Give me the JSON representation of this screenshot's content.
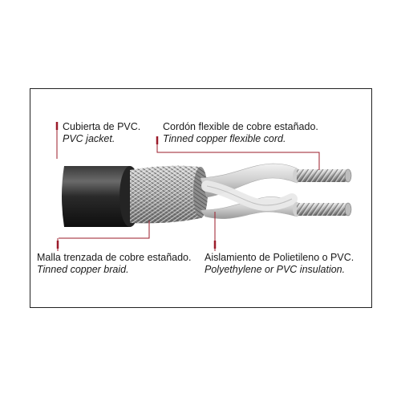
{
  "labels": {
    "jacket": {
      "es": "Cubierta de PVC.",
      "en": "PVC jacket."
    },
    "cord": {
      "es": "Cordón flexible de cobre estañado.",
      "en": "Tinned copper flexible cord."
    },
    "braid": {
      "es": "Malla trenzada de cobre estañado.",
      "en": "Tinned copper braid."
    },
    "insulation": {
      "es": "Aislamiento de Polietileno o PVC.",
      "en": "Polyethylene or PVC insulation."
    }
  },
  "colors": {
    "leader": "#9b1b2a",
    "frame": "#222222",
    "jacket": "#1c1c1c",
    "braid": "#b8b8b8",
    "insulation": "#dcdcdc",
    "copper": "#c9c9c9"
  }
}
